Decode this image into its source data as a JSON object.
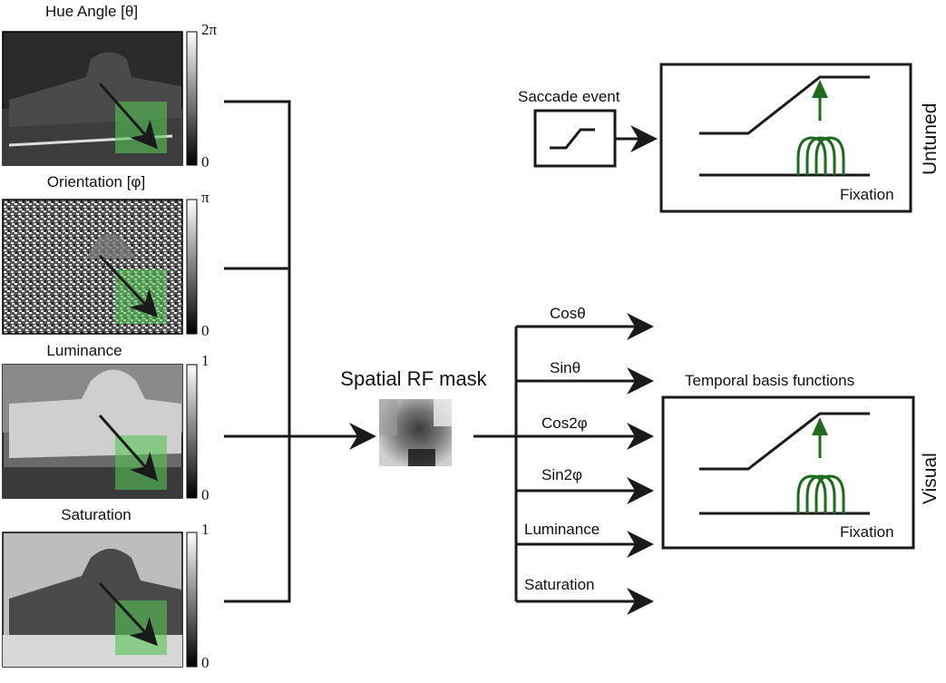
{
  "feature_maps": [
    {
      "title": "Hue Angle [θ]",
      "scale_max": "2π",
      "scale_min": "0"
    },
    {
      "title": "Orientation [φ]",
      "scale_max": "π",
      "scale_min": "0"
    },
    {
      "title": "Luminance",
      "scale_max": "1",
      "scale_min": "0"
    },
    {
      "title": "Saturation",
      "scale_max": "1",
      "scale_min": "0"
    }
  ],
  "spatial_mask": {
    "title": "Spatial RF mask"
  },
  "outputs": [
    "Cosθ",
    "Sinθ",
    "Cos2φ",
    "Sin2φ",
    "Luminance",
    "Saturation"
  ],
  "saccade": {
    "label": "Saccade event"
  },
  "temporal": {
    "label": "Temporal basis functions"
  },
  "untuned_panel": {
    "side_label": "Untuned",
    "caption": "Fixation"
  },
  "visual_panel": {
    "side_label": "Visual",
    "caption": "Fixation"
  },
  "colors": {
    "basis": "#1e6b1e",
    "overlay": "#55c455",
    "line": "#1a1a1a"
  }
}
